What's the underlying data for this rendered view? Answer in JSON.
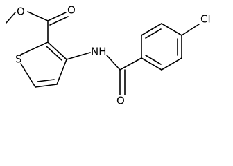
{
  "structure": {
    "atoms": {
      "ester_o1": "O",
      "ester_o2": "O",
      "sulfur": "S",
      "nh": "NH",
      "amide_o": "O",
      "chlorine": "Cl"
    }
  }
}
